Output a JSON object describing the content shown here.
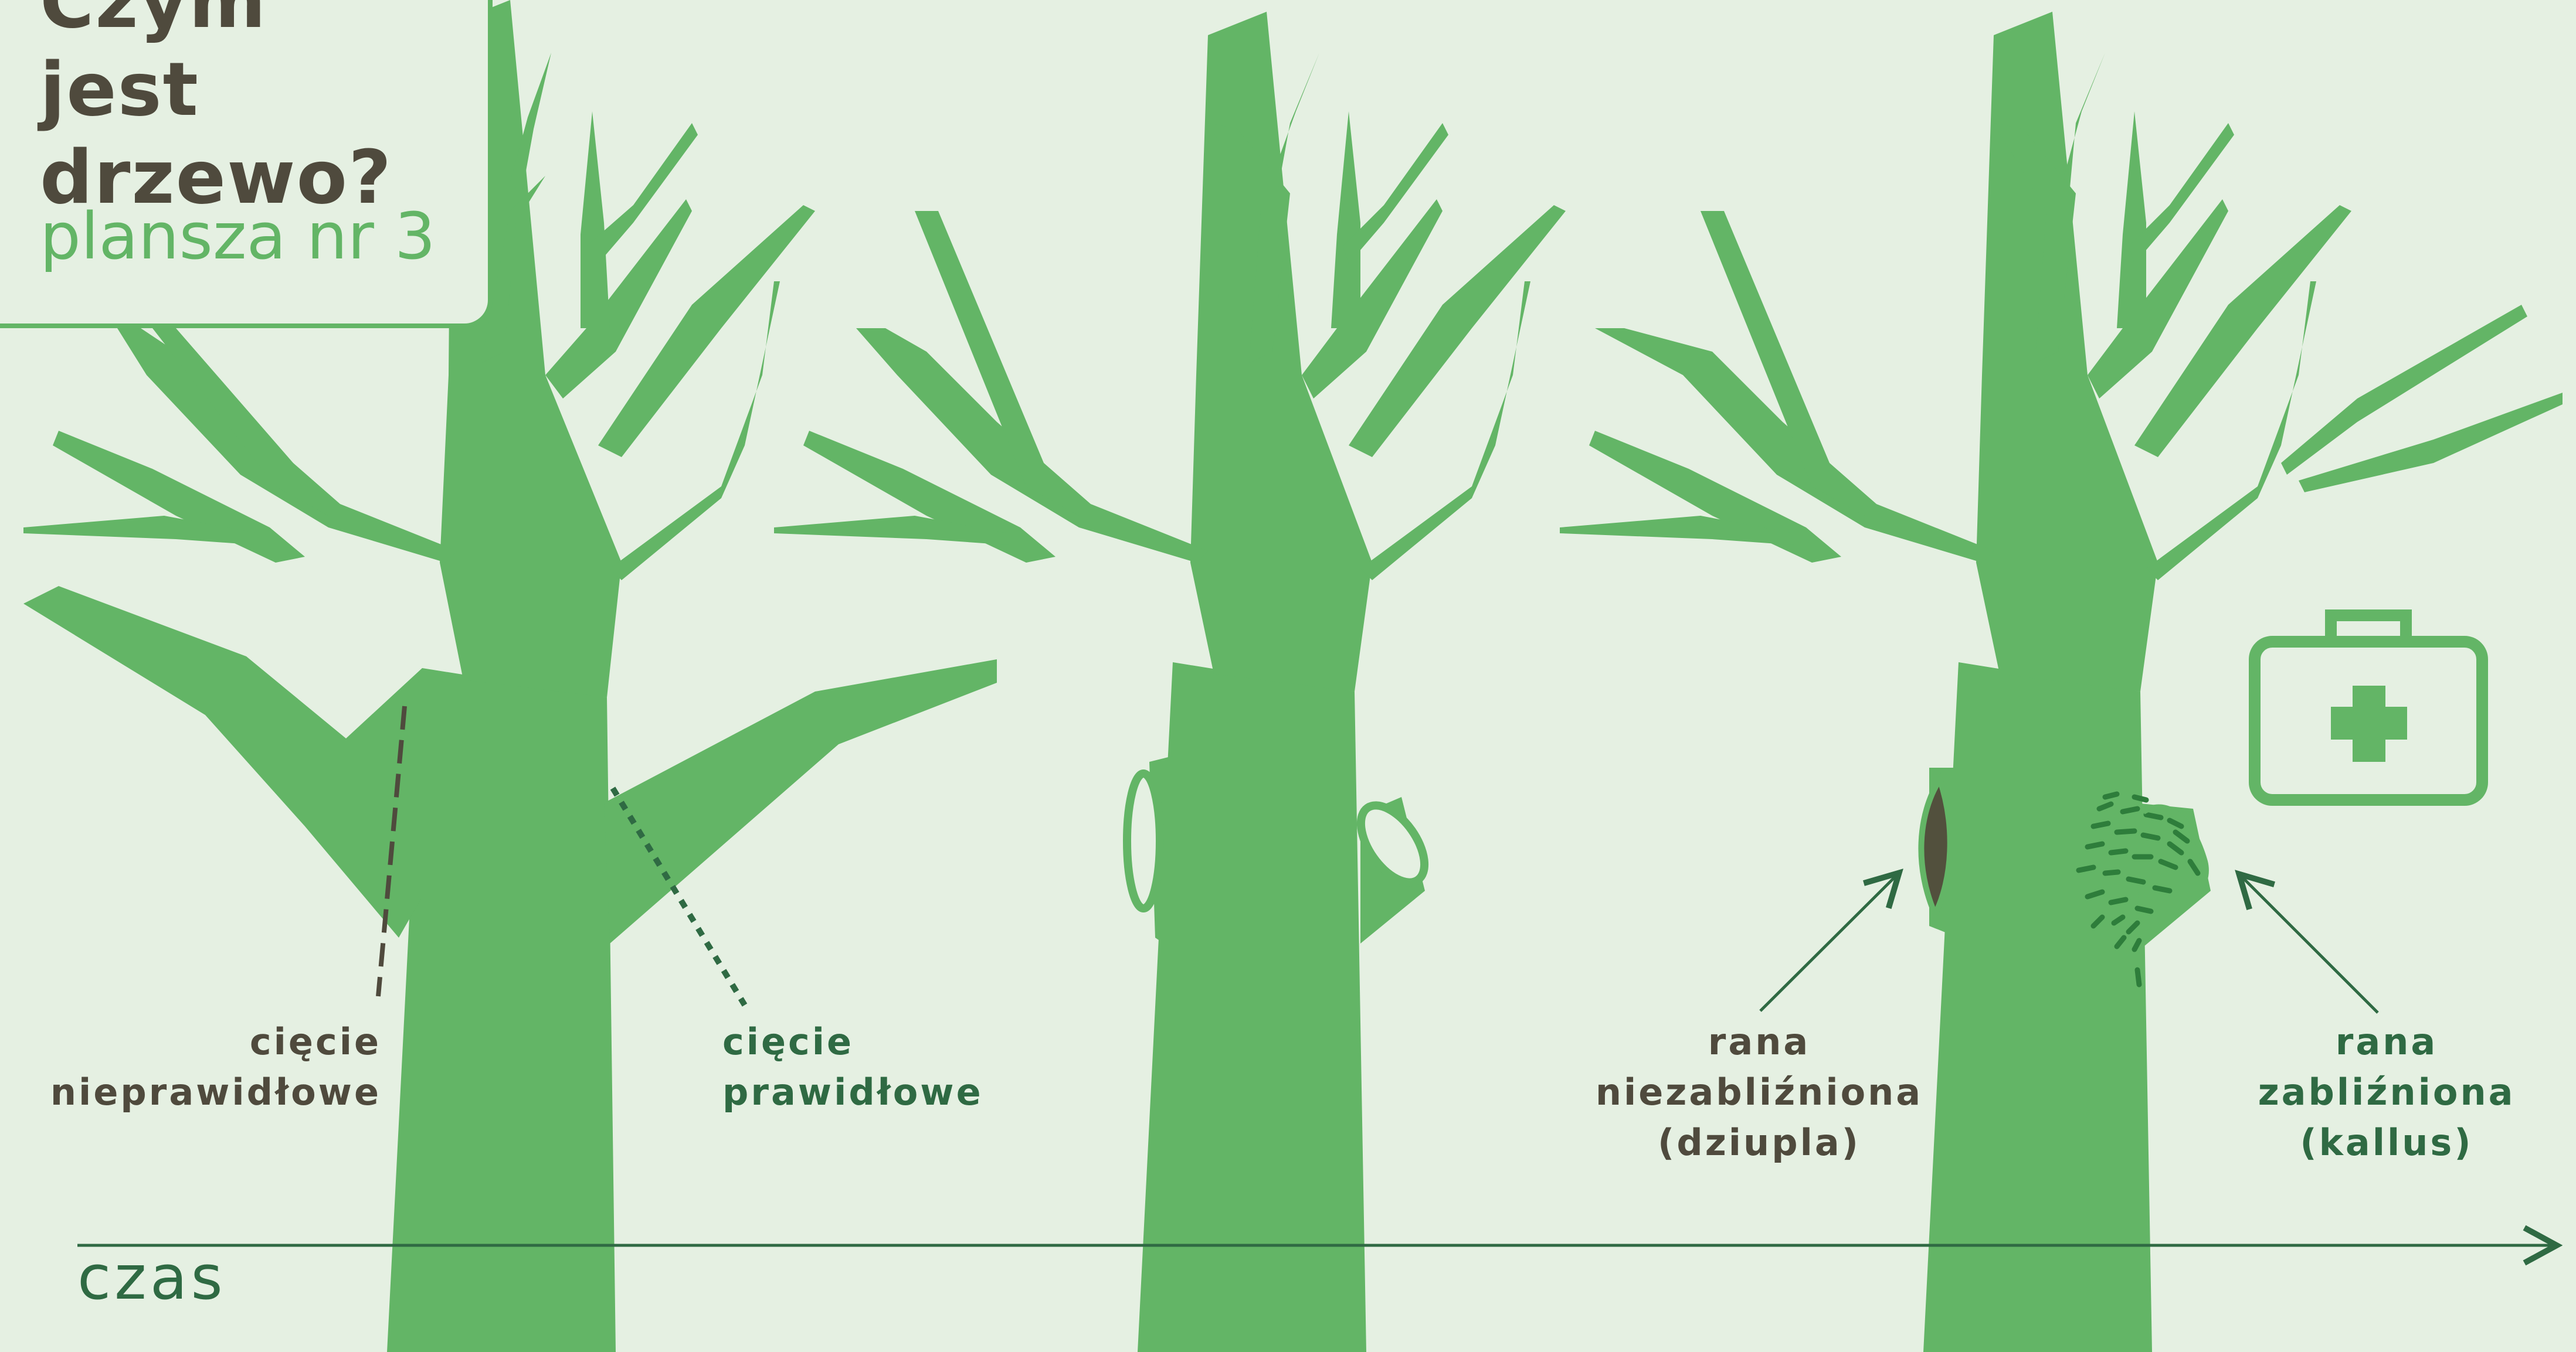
{
  "title": {
    "lines": [
      "Czym",
      "jest",
      "drzewo?"
    ],
    "subtitle": "plansza nr 3"
  },
  "labels": {
    "incorrect_cut": [
      "cięcie",
      "nieprawidłowe"
    ],
    "correct_cut": [
      "cięcie",
      "prawidłowe"
    ],
    "unhealed_wound": [
      "rana",
      "niezabliźniona",
      "(dziupla)"
    ],
    "healed_wound": [
      "rana",
      "zabliźniona",
      "(kallus)"
    ]
  },
  "axis": {
    "label": "czas"
  },
  "icons": {
    "first_aid": "first-aid-kit-icon"
  },
  "colors": {
    "background": "#e5f0e2",
    "tree": "#63b566",
    "dark_text": "#4f4a3d",
    "green_text": "#2f6a43",
    "hollow": "#52503d",
    "callus": "#2e7d3b"
  }
}
